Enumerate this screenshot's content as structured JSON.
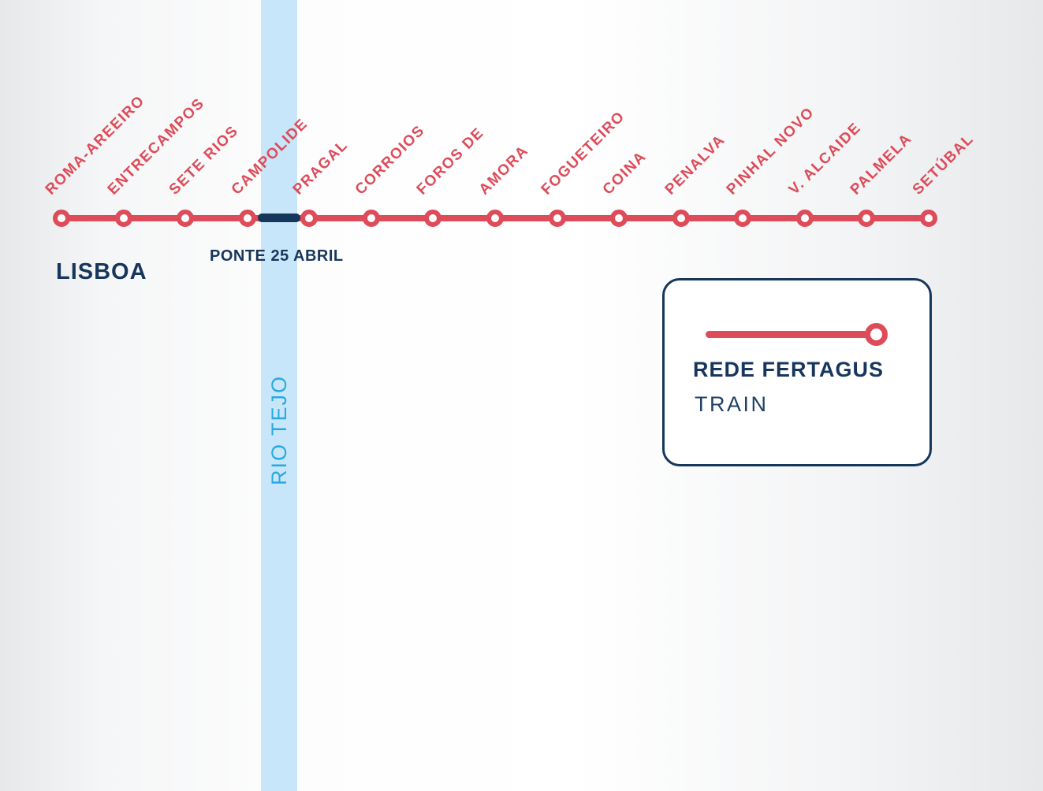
{
  "colors": {
    "line_red": "#de4b59",
    "navy": "#16365c",
    "river_fill": "#c8e6f9",
    "river_text": "#29a9e2",
    "legend_subtitle_navy": "#1d4266"
  },
  "map": {
    "city_label": "LISBOA",
    "river_label": "RIO TEJO",
    "bridge_label": "PONTE 25 ABRIL",
    "bridge_between": [
      "CAMPOLIDE",
      "PRAGAL"
    ],
    "stations": [
      "ROMA-AREEIRO",
      "ENTRECAMPOS",
      "SETE RIOS",
      "CAMPOLIDE",
      "PRAGAL",
      "CORROIOS",
      "FOROS DE",
      "AMORA",
      "FOGUETEIRO",
      "COINA",
      "PENALVA",
      "PINHAL NOVO",
      "V. ALCAIDE",
      "PALMELA",
      "SETÚBAL"
    ]
  },
  "legend": {
    "title": "REDE FERTAGUS",
    "subtitle": "TRAIN"
  }
}
